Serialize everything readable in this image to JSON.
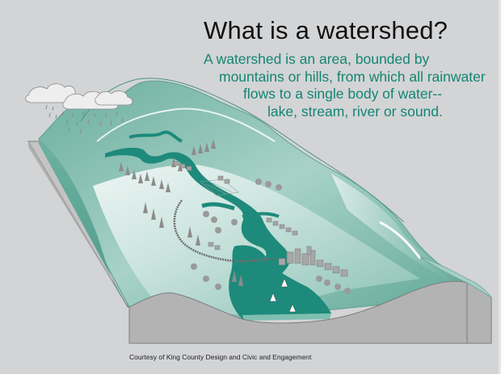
{
  "header": {
    "title": "What is a watershed?",
    "description_lines": [
      "A watershed is an area, bounded by",
      "mountains or hills, from which all rainwater",
      "flows to a single body of water--",
      "lake, stream, river or sound."
    ]
  },
  "footer": {
    "credit": "Courtesy of King County Design and Civic and Engagement"
  },
  "illustration": {
    "subject": "3D block diagram of a watershed",
    "elements": [
      "rain-clouds",
      "rain",
      "mountains",
      "river",
      "forest",
      "farms",
      "road",
      "houses",
      "city",
      "lake",
      "sailboats",
      "ground-cross-section"
    ]
  },
  "colors": {
    "background": "#d3d4d6",
    "title": "#111111",
    "description": "#138573",
    "water": "#1e8a7b",
    "land_dark": "#5fa797",
    "land_light": "#e9f3f0",
    "ground": "#b3b3b3",
    "ground_edge": "#7d7d7d"
  }
}
